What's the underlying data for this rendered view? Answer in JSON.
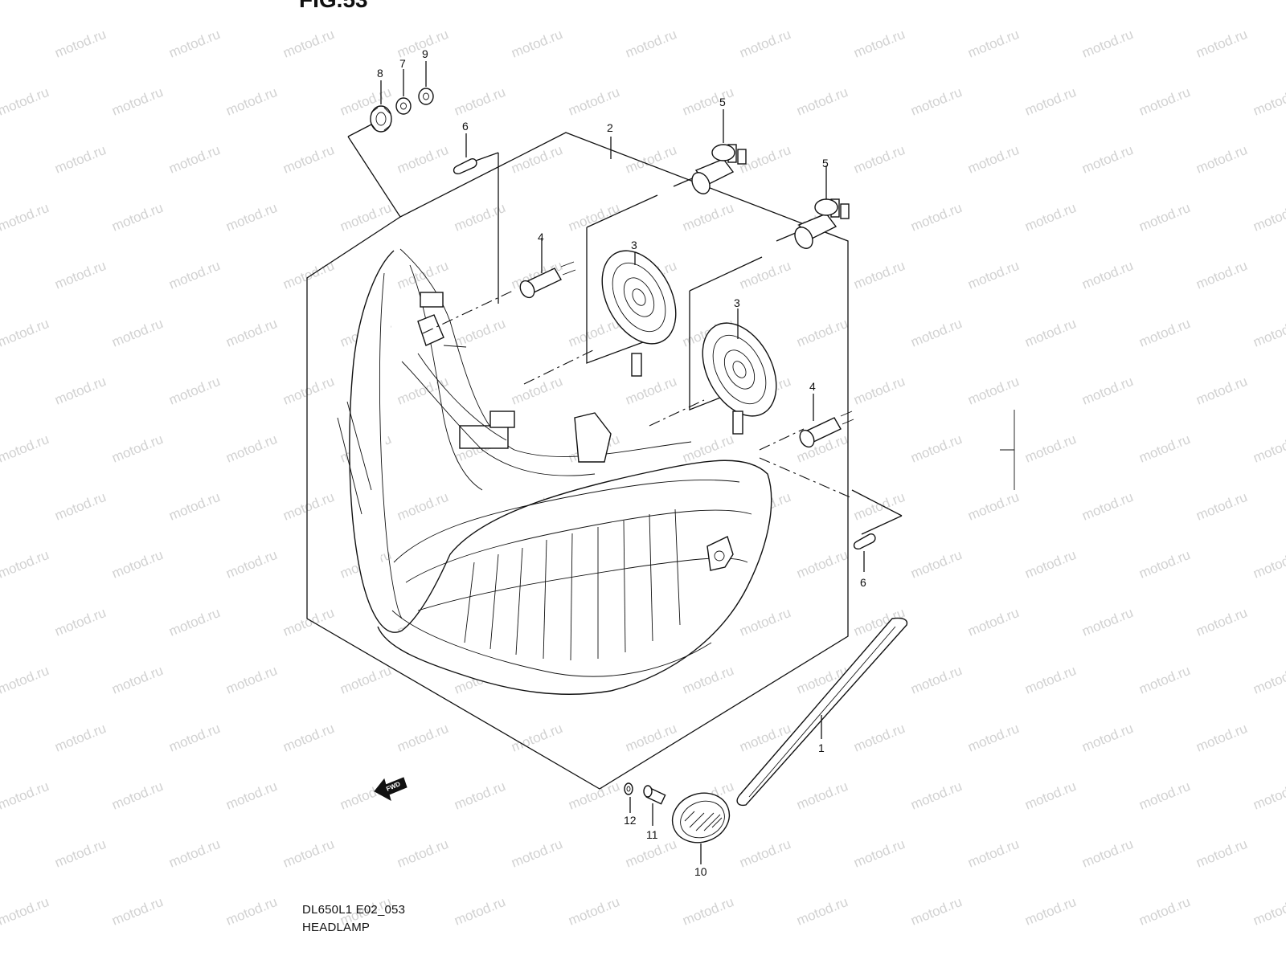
{
  "figure": {
    "number_label": "FIG.53",
    "model_code": "DL650L1 E02_053",
    "title": "HEADLAMP",
    "fwd_label": "FWD",
    "watermark": "motod.ru"
  },
  "callouts": [
    {
      "id": "c8",
      "label": "8"
    },
    {
      "id": "c7",
      "label": "7"
    },
    {
      "id": "c9",
      "label": "9"
    },
    {
      "id": "c6a",
      "label": "6"
    },
    {
      "id": "c2",
      "label": "2"
    },
    {
      "id": "c5a",
      "label": "5"
    },
    {
      "id": "c5b",
      "label": "5"
    },
    {
      "id": "c4a",
      "label": "4"
    },
    {
      "id": "c3a",
      "label": "3"
    },
    {
      "id": "c3b",
      "label": "3"
    },
    {
      "id": "c4b",
      "label": "4"
    },
    {
      "id": "c6b",
      "label": "6"
    },
    {
      "id": "c1",
      "label": "1"
    },
    {
      "id": "c12",
      "label": "12"
    },
    {
      "id": "c11",
      "label": "11"
    },
    {
      "id": "c10",
      "label": "10"
    }
  ],
  "colors": {
    "line": "#111111",
    "watermark": "#9a9a9a",
    "background": "#ffffff"
  }
}
